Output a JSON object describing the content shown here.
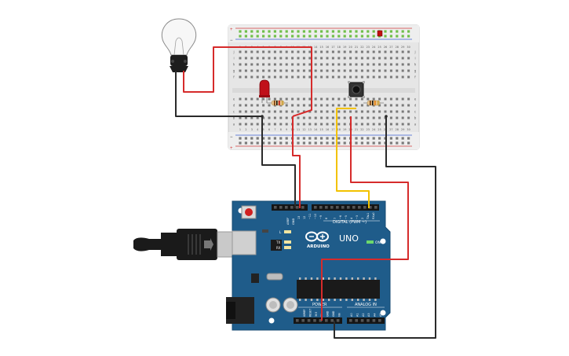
{
  "breadboard": {
    "rail_plus": "+",
    "rail_minus": "−",
    "rows_top": [
      "j",
      "i",
      "h",
      "g",
      "f"
    ],
    "rows_bottom": [
      "e",
      "d",
      "c",
      "b",
      "a"
    ],
    "column_numbers": [
      "1",
      "2",
      "3",
      "4",
      "5",
      "6",
      "7",
      "8",
      "9",
      "10",
      "11",
      "12",
      "13",
      "14",
      "15",
      "16",
      "17",
      "18",
      "19",
      "20",
      "21",
      "22",
      "23",
      "24",
      "25",
      "26",
      "27",
      "28",
      "29",
      "30"
    ]
  },
  "arduino": {
    "logo_text": "ARDUINO",
    "model": "UNO",
    "digital_label": "DIGITAL (PWM ~)",
    "power_label": "POWER",
    "analog_label": "ANALOG IN",
    "on_label": "ON",
    "l_label": "L",
    "tx_label": "TX",
    "rx_label": "RX",
    "aref_label": "AREF",
    "gnd_label": "GND",
    "digital_pins": [
      "13",
      "12",
      "~11",
      "~10",
      "~9",
      "8",
      "7",
      "~6",
      "~5",
      "4",
      "~3",
      "2",
      "TX▸1",
      "RX◂0"
    ],
    "power_pins": [
      "IOREF",
      "RESET",
      "3V3",
      "5V",
      "GND",
      "GND",
      "Vin"
    ],
    "analog_pins": [
      "A0",
      "A1",
      "A2",
      "A3",
      "A4",
      "A5"
    ]
  },
  "colors": {
    "board_blue": "#1f5c8a",
    "breadboard": "#e8e8e8",
    "wire_red": "#d62b2b",
    "wire_black": "#2a2a2a",
    "wire_yellow": "#f2c200",
    "led_red": "#c0101a"
  }
}
